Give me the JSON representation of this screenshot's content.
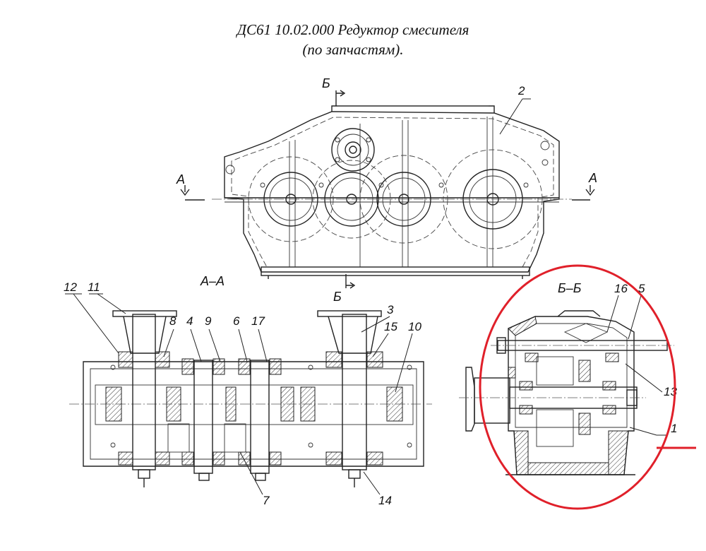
{
  "title": {
    "line1": "ДС61 10.02.000 Редуктор смесителя",
    "line2": "(по запчастям)."
  },
  "section_marks": {
    "a_left": "А",
    "a_right": "А",
    "b_top": "Б",
    "b_bottom": "Б",
    "aa_view": "А–А",
    "bb_view": "Б–Б"
  },
  "part_numbers": {
    "p1": "1",
    "p2": "2",
    "p3": "3",
    "p4": "4",
    "p5": "5",
    "p6": "6",
    "p7": "7",
    "p8": "8",
    "p9": "9",
    "p10": "10",
    "p11": "11",
    "p12": "12",
    "p13": "13",
    "p14": "14",
    "p15": "15",
    "p16": "16",
    "p17": "17"
  },
  "colors": {
    "ink": "#222222",
    "highlight": "#e0202a"
  }
}
